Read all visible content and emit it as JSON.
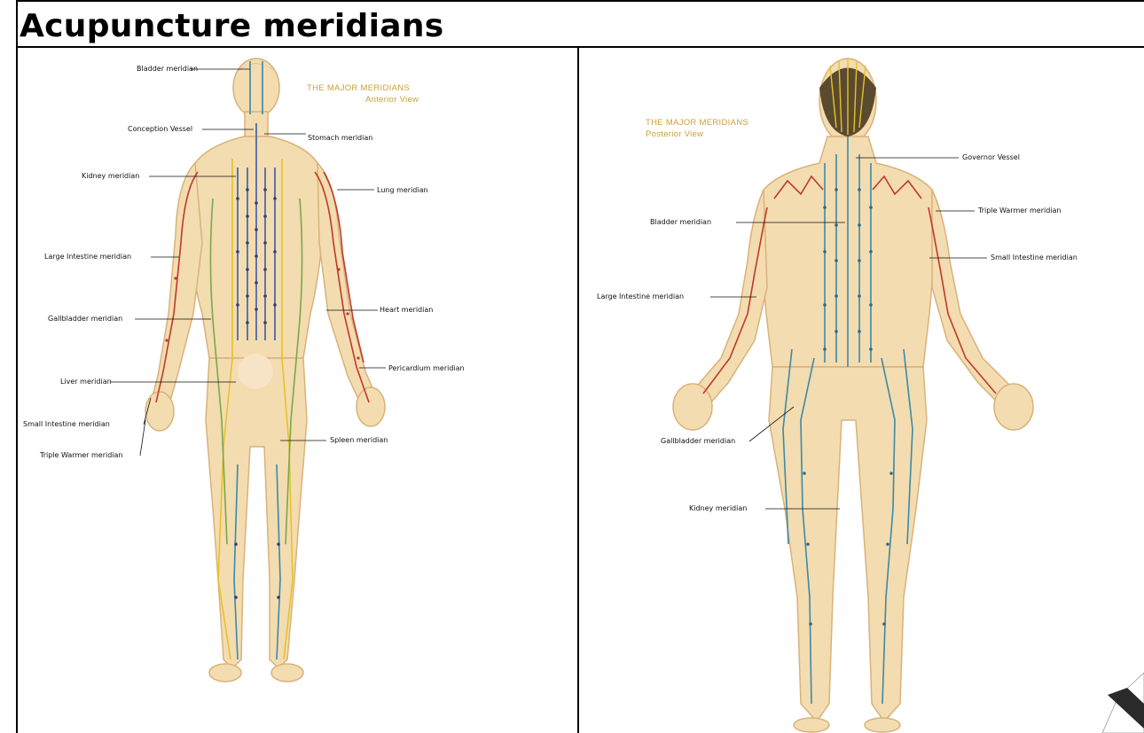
{
  "document": {
    "title": "Acupuncture meridians"
  },
  "anterior": {
    "heading": "THE MAJOR MERIDIANS",
    "subheading": "Anterior View",
    "labels": {
      "bladder": "Bladder meridian",
      "conception": "Conception Vessel",
      "stomach": "Stomach meridian",
      "kidney": "Kidney meridian",
      "lung": "Lung meridian",
      "large_intestine": "Large Intestine meridian",
      "gallbladder": "Gallbladder meridian",
      "heart": "Heart meridian",
      "pericardium": "Pericardium meridian",
      "liver": "Liver meridian",
      "small_intestine": "Small Intestine meridian",
      "triple_warmer": "Triple Warmer meridian",
      "spleen": "Spleen meridian"
    }
  },
  "posterior": {
    "heading": "THE MAJOR MERIDIANS",
    "subheading": "Posterior View",
    "labels": {
      "governor": "Governor Vessel",
      "triple_warmer": "Triple Warmer meridian",
      "bladder": "Bladder meridian",
      "small_intestine": "Small Intestine meridian",
      "large_intestine": "Large Intestine meridian",
      "gallbladder": "Gallbladder meridian",
      "kidney": "Kidney meridian"
    }
  },
  "colors": {
    "skin": "#f3dcb0",
    "skin_shadow": "#d9b27a",
    "yellow_line": "#e6c22a",
    "blue_line": "#3a8aa8",
    "red_line": "#c0392b",
    "heading_gold": "#c9a03a"
  }
}
